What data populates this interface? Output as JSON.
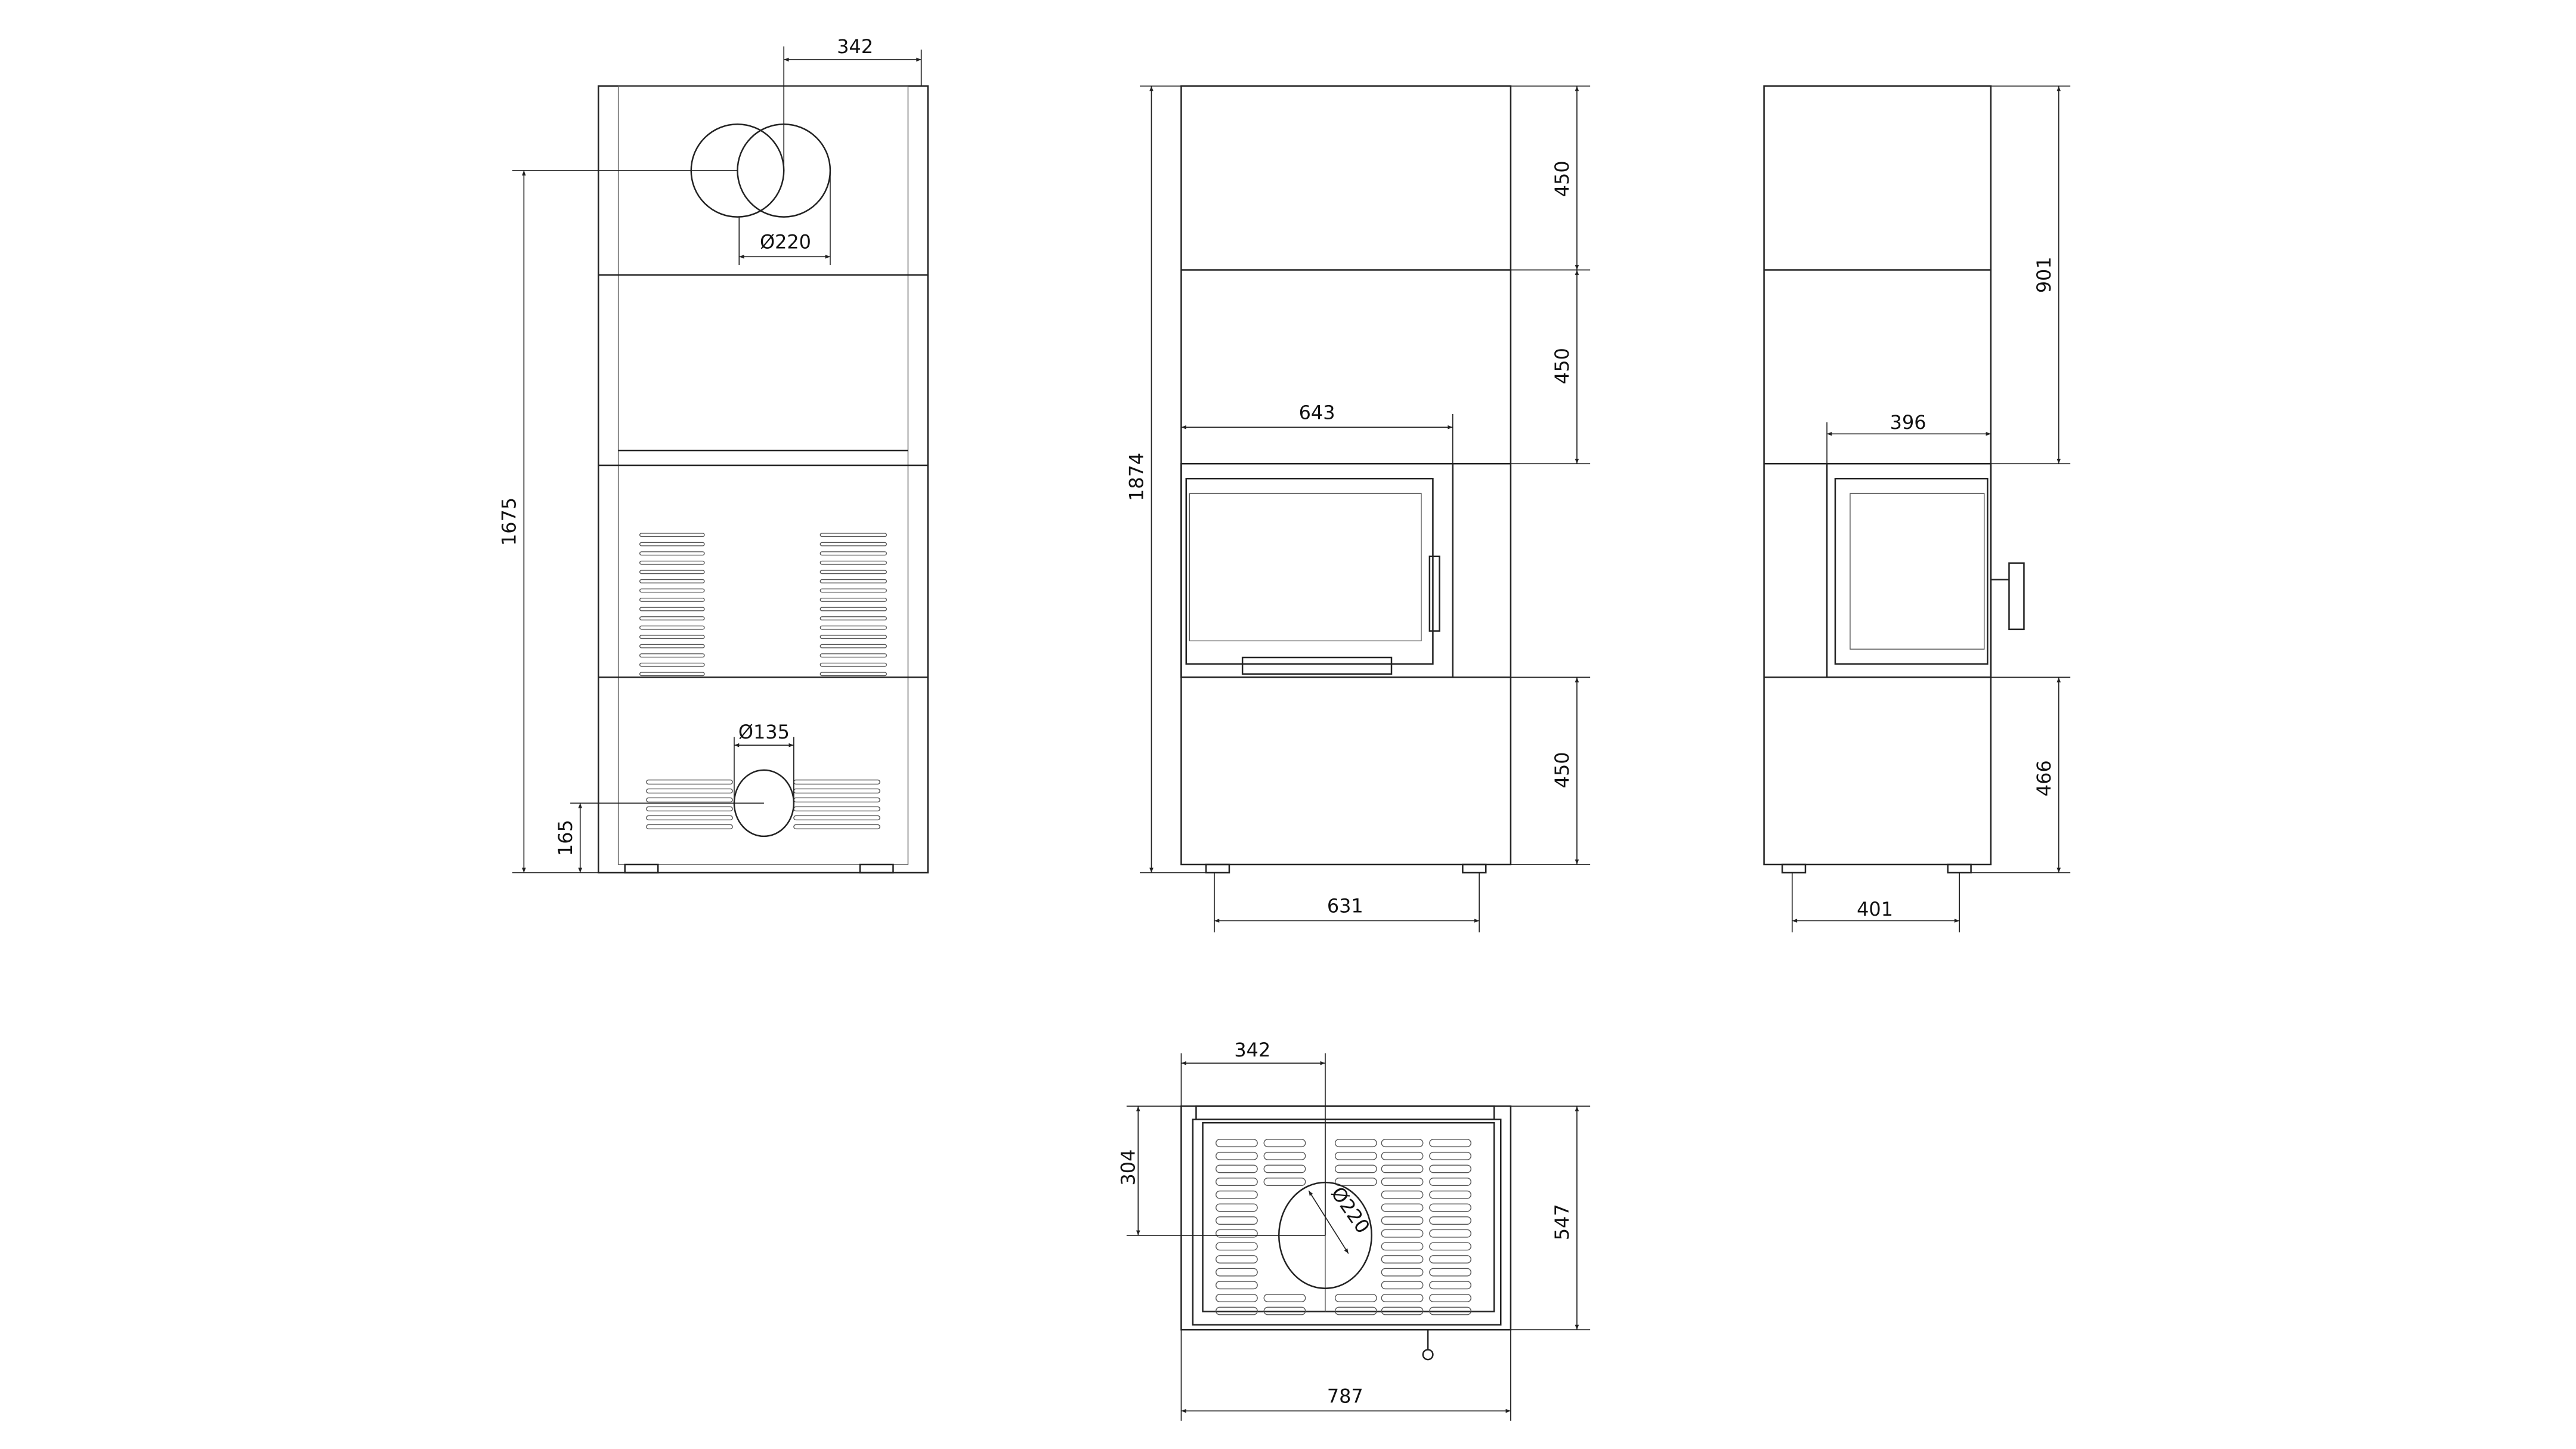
{
  "background": "#ffffff",
  "line_color": "#222222",
  "views": {
    "rear": {
      "dims": {
        "top_offset": "342",
        "flue_diameter": "Ø220",
        "flue_height": "1675",
        "air_inlet_diameter": "Ø135",
        "air_inlet_height": "165"
      }
    },
    "front": {
      "dims": {
        "total_height": "1874",
        "segment_top": "450",
        "segment_middle": "450",
        "segment_bottom": "450",
        "door_width": "643",
        "feet_spacing": "631"
      }
    },
    "side": {
      "dims": {
        "upper_height": "901",
        "lower_height": "466",
        "door_width": "396",
        "feet_spacing": "401"
      }
    },
    "top": {
      "dims": {
        "flue_offset_x": "342",
        "flue_offset_y": "304",
        "depth": "547",
        "width": "787",
        "flue_diameter": "Ø220"
      }
    }
  }
}
